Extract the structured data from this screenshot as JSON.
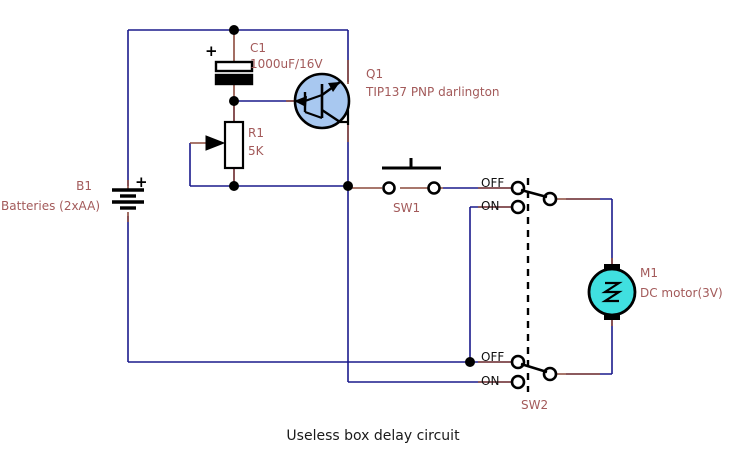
{
  "diagram": {
    "title": "Useless box delay circuit",
    "colors": {
      "wire_blue": "#1a1a8c",
      "wire_brown": "#8c4a3c",
      "label_red": "#a35a5a",
      "transistor_fill": "#a8c8f0",
      "motor_fill": "#40e0e0",
      "black": "#000000",
      "background": "#ffffff"
    }
  },
  "components": {
    "c1": {
      "ref": "C1",
      "value": "1000uF/16V",
      "polarity": "+",
      "type": "electrolytic-capacitor"
    },
    "q1": {
      "ref": "Q1",
      "value": "TIP137 PNP darlington",
      "type": "pnp-darlington-transistor"
    },
    "r1": {
      "ref": "R1",
      "value": "5K",
      "type": "potentiometer"
    },
    "b1": {
      "ref": "B1",
      "value": "Batteries (2xAA)",
      "polarity": "+",
      "type": "battery"
    },
    "sw1": {
      "ref": "SW1",
      "type": "pushbutton-switch"
    },
    "sw2": {
      "ref": "SW2",
      "type": "dpdt-switch",
      "pole_top_off": "OFF",
      "pole_top_on": "ON",
      "pole_bottom_off": "OFF",
      "pole_bottom_on": "ON"
    },
    "m1": {
      "ref": "M1",
      "value": "DC motor(3V)",
      "type": "dc-motor"
    }
  }
}
